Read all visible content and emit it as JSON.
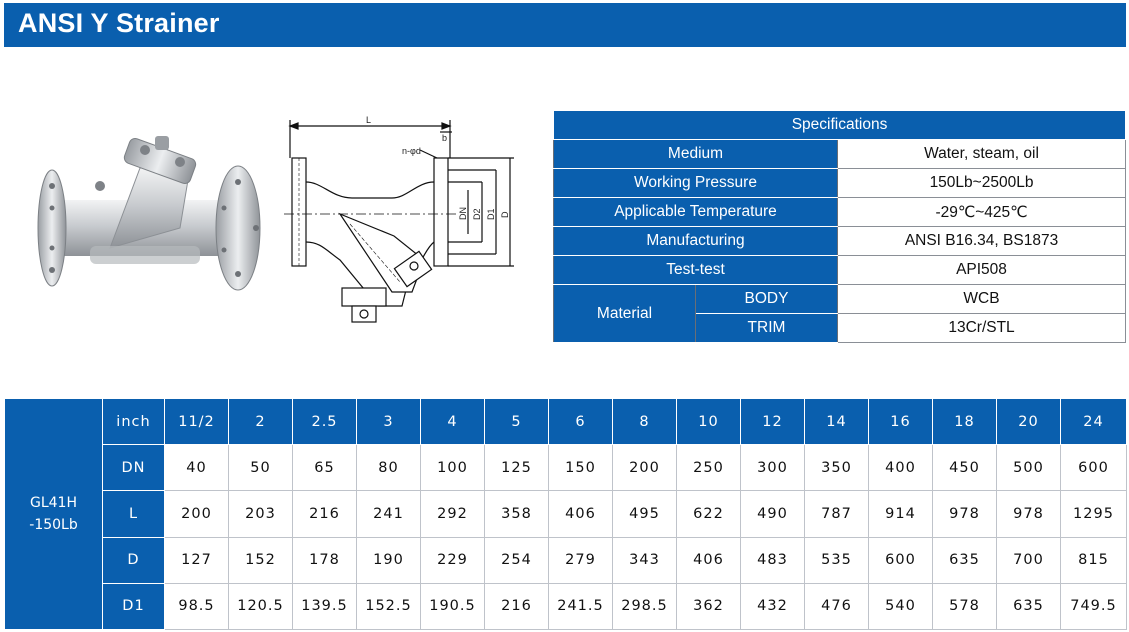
{
  "header": {
    "title": "ANSI Y Strainer"
  },
  "drawing": {
    "labels": [
      "L",
      "n-φd",
      "b",
      "DN",
      "D2",
      "D1",
      "D"
    ]
  },
  "specifications": {
    "title": "Specifications",
    "rows": [
      {
        "label": "Medium",
        "value": "Water, steam, oil"
      },
      {
        "label": "Working Pressure",
        "value": "150Lb~2500Lb"
      },
      {
        "label": "Applicable Temperature",
        "value": "-29℃~425℃"
      },
      {
        "label": "Manufacturing",
        "value": "ANSI B16.34, BS1873"
      },
      {
        "label": "Test-test",
        "value": "API508"
      }
    ],
    "material": {
      "label": "Material",
      "rows": [
        {
          "sub": "BODY",
          "value": "WCB"
        },
        {
          "sub": "TRIM",
          "value": "13Cr/STL"
        }
      ]
    }
  },
  "dimensions": {
    "model": [
      "GL41H",
      "-150Lb"
    ],
    "header_label": "inch",
    "sizes": [
      "11/2",
      "2",
      "2.5",
      "3",
      "4",
      "5",
      "6",
      "8",
      "10",
      "12",
      "14",
      "16",
      "18",
      "20",
      "24"
    ],
    "rows": [
      {
        "label": "DN",
        "values": [
          "40",
          "50",
          "65",
          "80",
          "100",
          "125",
          "150",
          "200",
          "250",
          "300",
          "350",
          "400",
          "450",
          "500",
          "600"
        ]
      },
      {
        "label": "L",
        "values": [
          "200",
          "203",
          "216",
          "241",
          "292",
          "358",
          "406",
          "495",
          "622",
          "490",
          "787",
          "914",
          "978",
          "978",
          "1295"
        ]
      },
      {
        "label": "D",
        "values": [
          "127",
          "152",
          "178",
          "190",
          "229",
          "254",
          "279",
          "343",
          "406",
          "483",
          "535",
          "600",
          "635",
          "700",
          "815"
        ]
      },
      {
        "label": "D1",
        "values": [
          "98.5",
          "120.5",
          "139.5",
          "152.5",
          "190.5",
          "216",
          "241.5",
          "298.5",
          "362",
          "432",
          "476",
          "540",
          "578",
          "635",
          "749.5"
        ]
      }
    ]
  }
}
